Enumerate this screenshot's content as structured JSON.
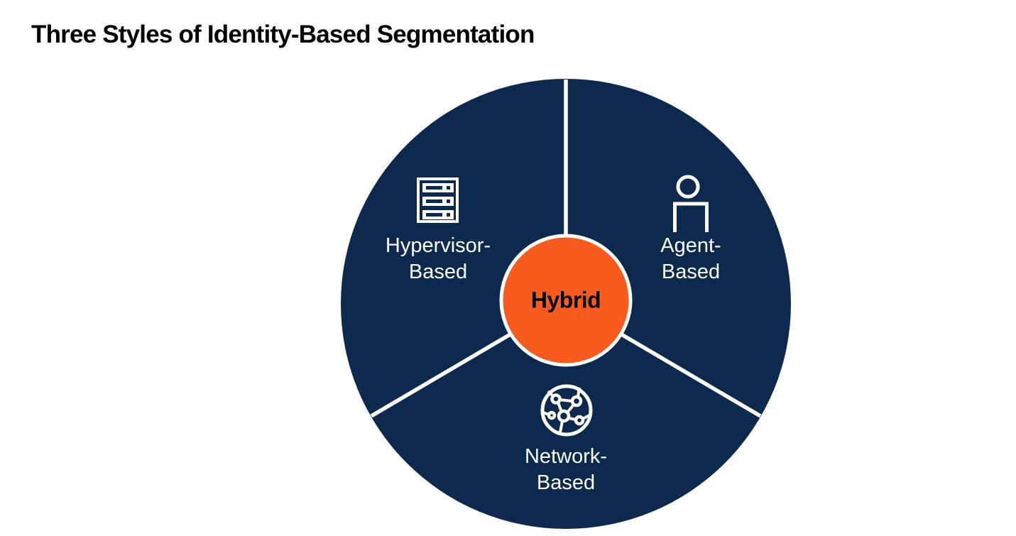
{
  "title": "Three Styles of Identity-Based Segmentation",
  "colors": {
    "background": "#FFFFFF",
    "wheel": "#0D2A4E",
    "divider": "#FFFFFF",
    "hub_fill": "#F95B1E",
    "hub_border": "#FFFFFF",
    "hub_text": "#000000",
    "segment_text": "#FFFFFF",
    "title_text": "#000000",
    "icon": "#FFFFFF"
  },
  "hub": {
    "label": "Hybrid"
  },
  "segments": [
    {
      "id": "hypervisor-based",
      "position": "upper-left",
      "icon": "server-stack-icon",
      "lines": [
        "Hypervisor-",
        "Based"
      ]
    },
    {
      "id": "agent-based",
      "position": "upper-right",
      "icon": "person-icon",
      "lines": [
        "Agent-",
        "Based"
      ]
    },
    {
      "id": "network-based",
      "position": "bottom",
      "icon": "network-globe-icon",
      "lines": [
        "Network-",
        "Based"
      ]
    }
  ]
}
